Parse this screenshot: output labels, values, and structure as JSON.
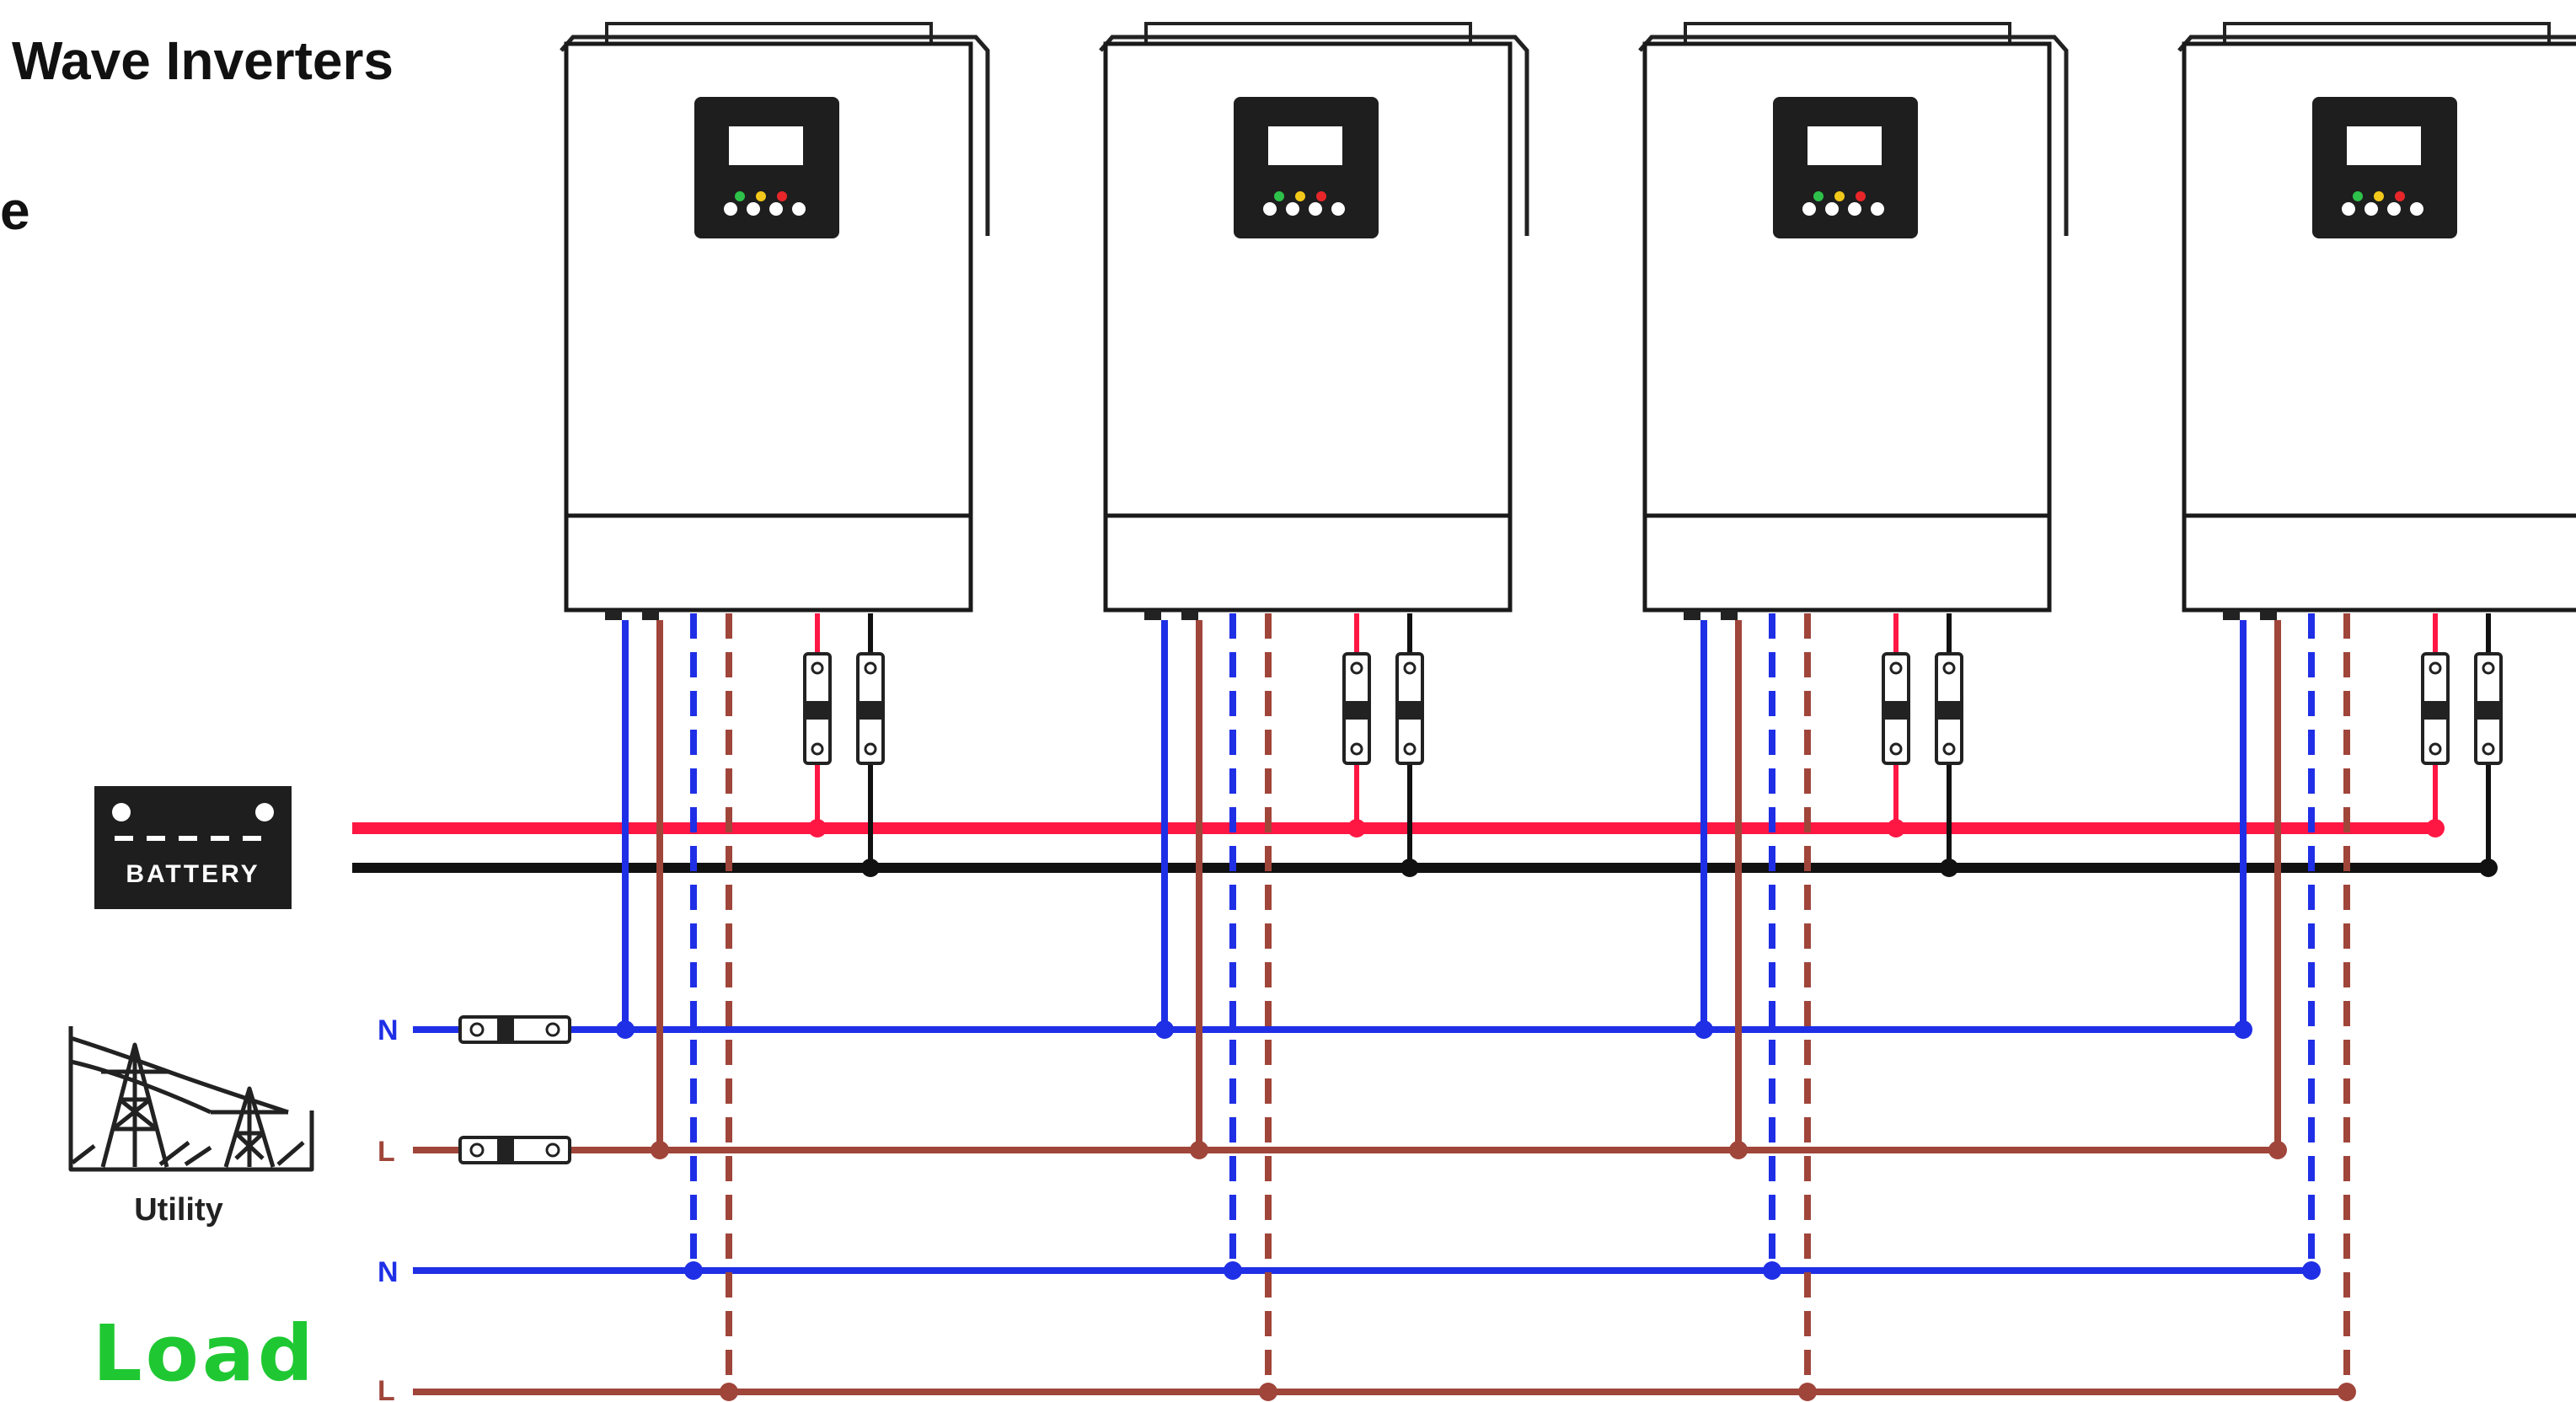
{
  "header": {
    "title_line1": "Wave Inverters",
    "title_line2": "e"
  },
  "battery": {
    "label": "BATTERY"
  },
  "utility": {
    "label": "Utility",
    "neutral_label": "N",
    "line_label": "L"
  },
  "load": {
    "label": "Load",
    "neutral_label": "N",
    "line_label": "L"
  },
  "inverters": [
    {
      "id": "inverter-1"
    },
    {
      "id": "inverter-2"
    },
    {
      "id": "inverter-3"
    },
    {
      "id": "inverter-4"
    }
  ],
  "colors": {
    "battery_positive": "#ff1744",
    "battery_negative": "#111111",
    "neutral": "#1f2fe6",
    "line": "#a0453a",
    "load_text": "#1fc832",
    "led_green": "#2ec24a",
    "led_yellow": "#f2c81a",
    "led_red": "#e8262a"
  }
}
